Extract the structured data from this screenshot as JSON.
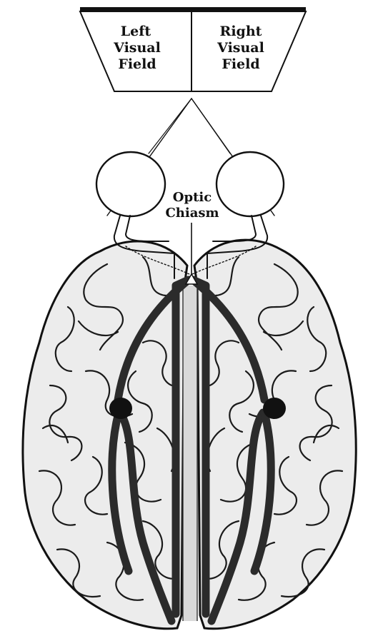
{
  "labels": {
    "left_field_line1": "Left",
    "left_field_line2": "Visual",
    "left_field_line3": "Field",
    "right_field_line1": "Right",
    "right_field_line2": "Visual",
    "right_field_line3": "Field",
    "chiasm_line1": "Optic",
    "chiasm_line2": "Chiasm"
  },
  "colors": {
    "ink": "#111111",
    "pathway": "#2b2b2b",
    "brain_fill": "#e9e9e9",
    "fissure": "#d0d0d0"
  }
}
